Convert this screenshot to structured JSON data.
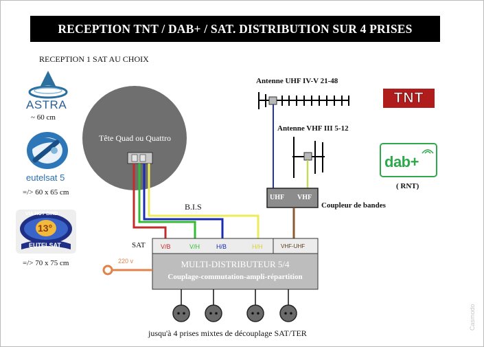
{
  "title": "RECEPTION TNT / DAB+ / SAT. DISTRIBUTION SUR 4 PRISES",
  "sat_choice": "RECEPTION 1 SAT AU CHOIX",
  "satellites": [
    {
      "name": "ASTRA",
      "size": "~ 60 cm"
    },
    {
      "name": "eutelsat 5",
      "size": "=/> 60 x 65 cm"
    },
    {
      "name": "EUTELSAT",
      "badge": "13°",
      "ring": "VIA HOT BIRD",
      "size": "=/> 70 x 75 cm"
    }
  ],
  "dish_label": "Tête Quad ou Quattro",
  "uhf_antenna": "Antenne UHF IV-V 21-48",
  "vhf_antenna": "Antenne VHF III 5-12",
  "coupler": {
    "uhf": "UHF",
    "vhf": "VHF",
    "label": "Coupleur de bandes"
  },
  "tnt_logo": "TNT",
  "dab_logo": "dab+",
  "rnt": "( RNT)",
  "bis": "B.I.S",
  "sat": "SAT",
  "inputs": [
    "V/B",
    "V/H",
    "H/B",
    "H/H",
    "VHF-UHF"
  ],
  "power": "220 v",
  "multi": {
    "title": "MULTI-DISTRIBUTEUR  5/4",
    "subtitle": "Couplage-commutation-ampli-répartition"
  },
  "outlets_label": "jusqu'à 4 prises mixtes de découplage SAT/TER",
  "watermark": "Casmodo",
  "colors": {
    "red": "#c62a2a",
    "green": "#33bb33",
    "blue": "#1a2bb0",
    "yellow": "#ecec5a",
    "brown": "#8a5a33",
    "orange": "#e0824a"
  }
}
